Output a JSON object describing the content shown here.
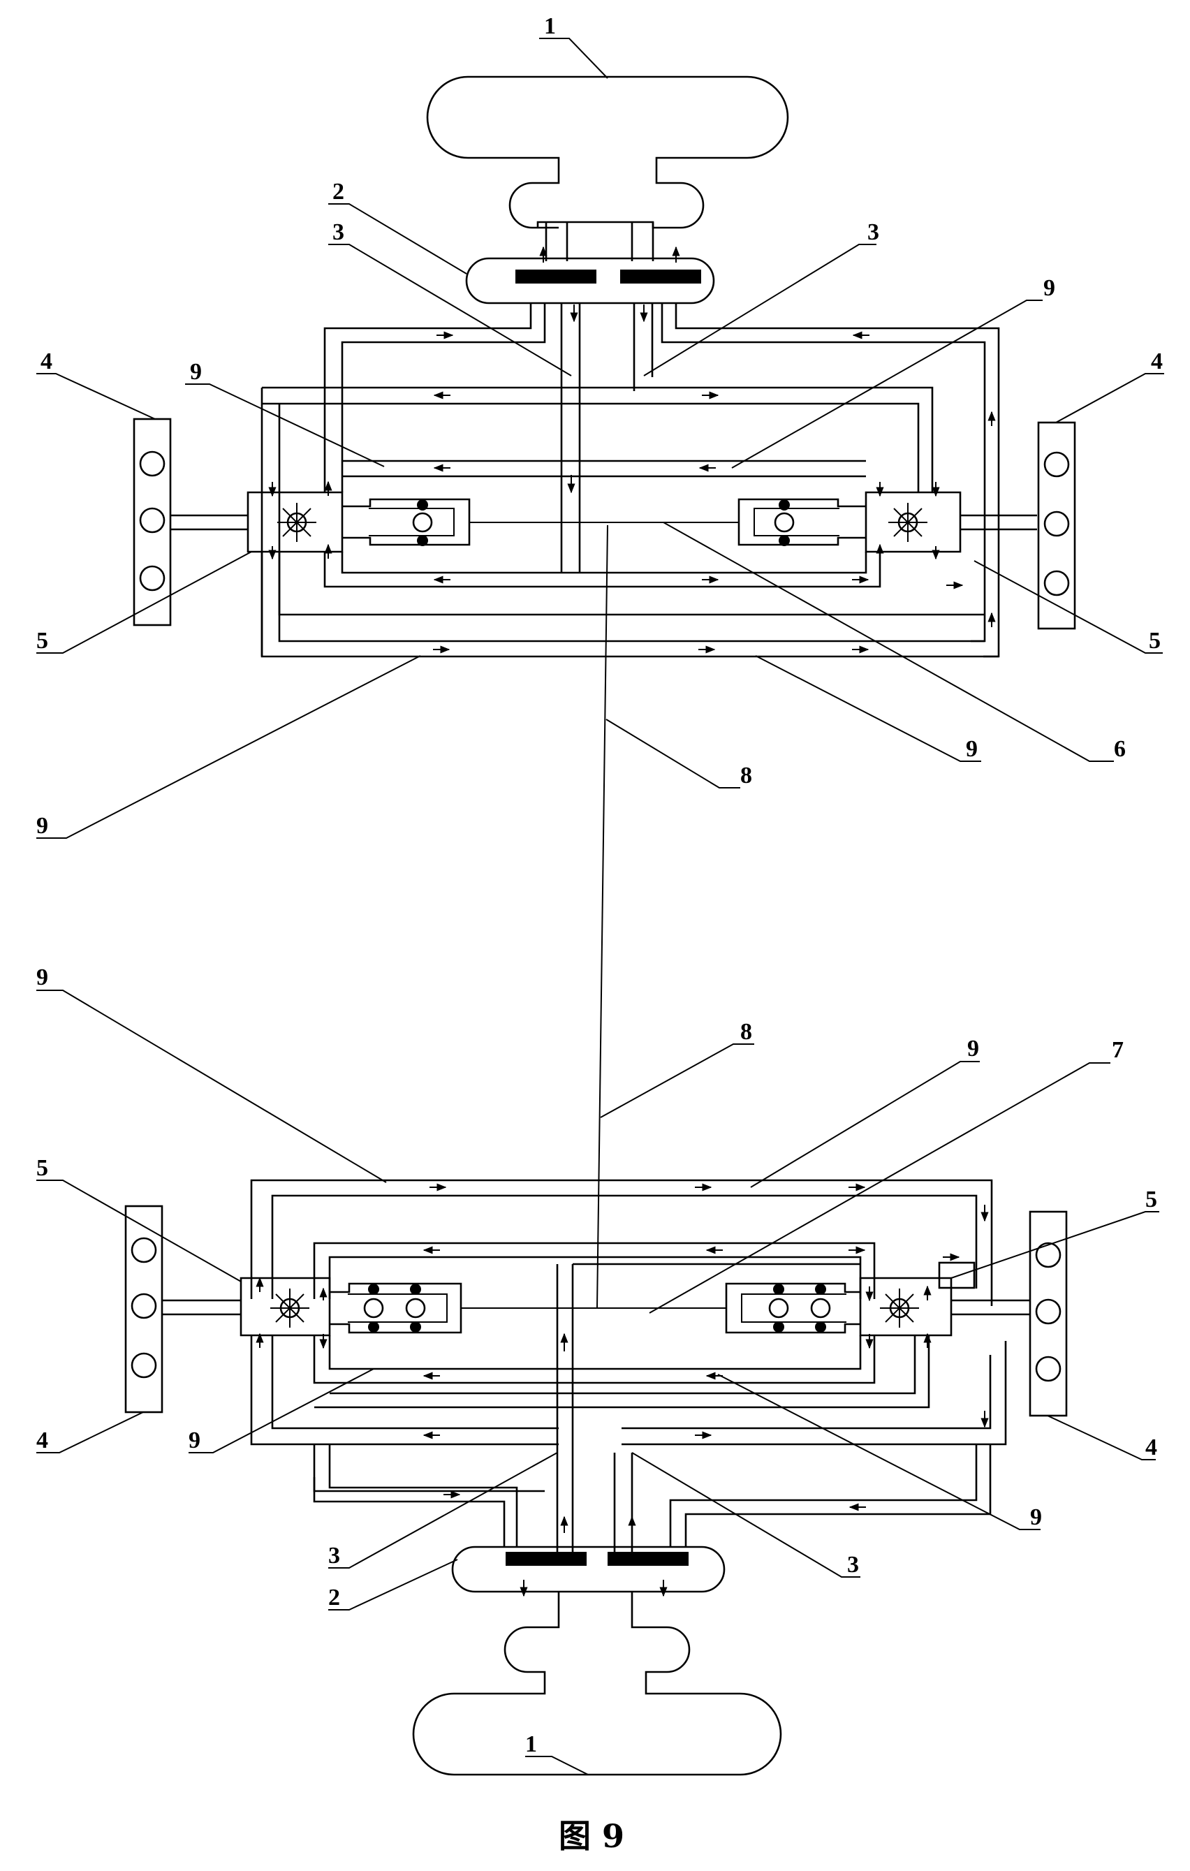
{
  "figure_caption": "图 9",
  "labels": {
    "l1": "1",
    "l2": "2",
    "l3": "3",
    "l4": "4",
    "l5": "5",
    "l6": "6",
    "l7": "7",
    "l8": "8",
    "l9": "9"
  }
}
